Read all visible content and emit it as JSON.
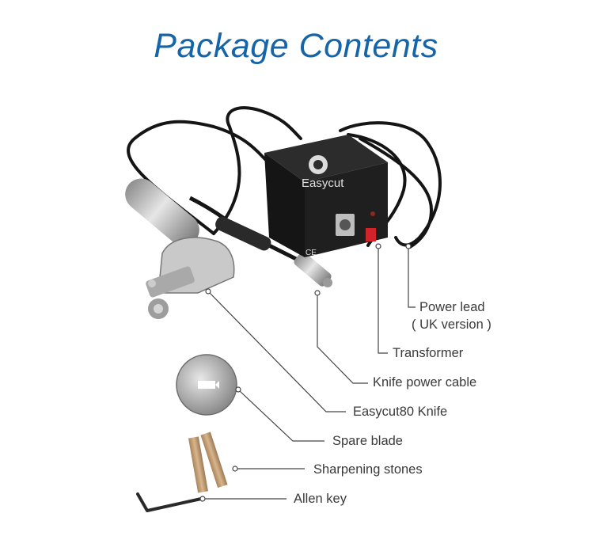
{
  "title": "Package Contents",
  "brand": "Easycut",
  "box_marks": "CE",
  "labels": {
    "power_lead": "Power lead",
    "power_lead_note": "( UK version )",
    "transformer": "Transformer",
    "knife_power_cable": "Knife power cable",
    "knife": "Easycut80 Knife",
    "spare_blade": "Spare blade",
    "sharpening_stones": "Sharpening stones",
    "allen_key": "Allen key"
  },
  "colors": {
    "title": "#1565a8",
    "label_text": "#3a3a3a",
    "leader_line": "#444444",
    "box": "#1e1e1e",
    "switch": "#d2232a",
    "steel": "#b9b9b9",
    "stone": "#c7a37c"
  }
}
